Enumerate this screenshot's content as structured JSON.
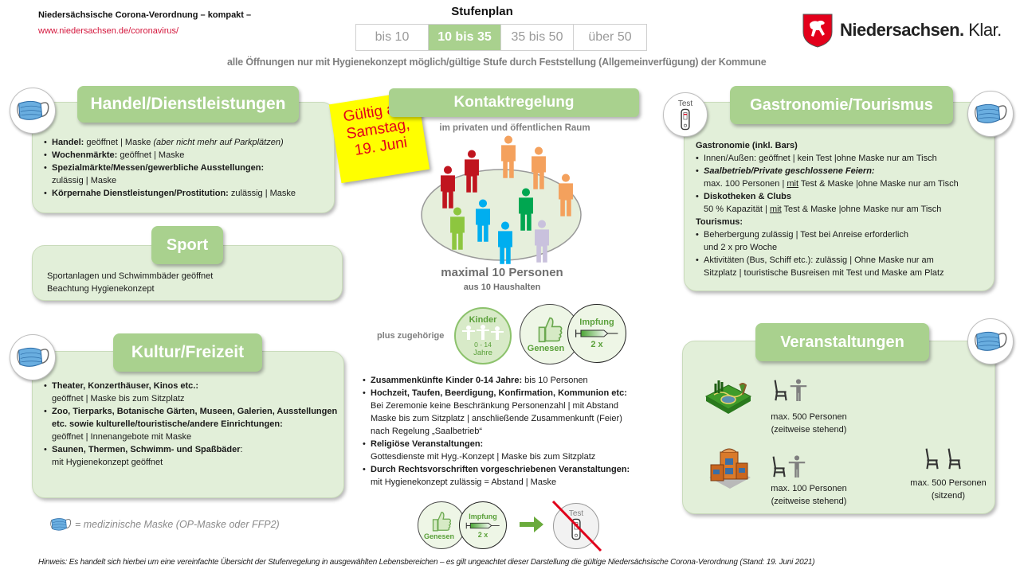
{
  "header": {
    "title": "Niedersächsische  Corona-Verordnung – kompakt –",
    "url": "www.niedersachsen.de/coronavirus/",
    "stufenplan_title": "Stufenplan",
    "stufen": [
      {
        "label": "bis 10",
        "active": false
      },
      {
        "label": "10 bis 35",
        "active": true
      },
      {
        "label": "35 bis 50",
        "active": false
      },
      {
        "label": "über 50",
        "active": false
      }
    ],
    "subline": "alle Öffnungen nur mit Hygienekonzept möglich/gültige Stufe durch Feststellung (Allgemeinverfügung) der Kommune",
    "logo_bold": "Niedersachsen.",
    "logo_light": " Klar."
  },
  "sticky_note": {
    "line1": "Gültig ab:",
    "line2": "Samstag,",
    "line3": "19. Juni"
  },
  "handel": {
    "title": "Handel/Dienstleistungen",
    "items": [
      {
        "label": "Handel:",
        "text": " geöffnet  | Maske ",
        "italic": "(aber nicht mehr auf Parkplätzen)"
      },
      {
        "label": "Wochenmärkte:",
        "text": " geöffnet  | Maske"
      },
      {
        "label": "Spezialmärkte/Messen/gewerbliche  Ausstellungen:",
        "cont": "zulässig | Maske"
      },
      {
        "label": "Körpernahe Dienstleistungen/Prostitution:",
        "text": "  zulässig | Maske"
      }
    ]
  },
  "sport": {
    "title": "Sport",
    "lines": [
      "Sportanlagen und Schwimmbäder geöffnet",
      "Beachtung Hygienekonzept"
    ]
  },
  "kultur": {
    "title": "Kultur/Freizeit",
    "items": [
      {
        "label": "Theater, Konzerthäuser, Kinos  etc.:",
        "cont": "geöffnet  | Maske bis zum Sitzplatz"
      },
      {
        "label": "Zoo, Tierparks, Botanische  Gärten, Museen, Galerien, Ausstellungen etc. sowie kulturelle/touristische/andere Einrichtungen:",
        "cont": "geöffnet  |  Innenangebote  mit Maske"
      },
      {
        "label": "Saunen, Thermen, Schwimm- und Spaßbäder",
        "text": ":",
        "cont": "mit Hygienekonzept  geöffnet"
      }
    ]
  },
  "mask_legend": "= medizinische Maske (OP-Maske oder FFP2)",
  "kontakt": {
    "title": "Kontaktregelung",
    "subtitle": "im privaten und öffentlichen Raum",
    "max": "maximal 10 Personen",
    "households": "aus 10 Haushalten",
    "plus_label": "plus zugehörige",
    "kinder_title": "Kinder",
    "kinder_age1": "0 - 14",
    "kinder_age2": "Jahre",
    "genesen": "Genesen",
    "impfung": "Impfung",
    "impfung_count": "2 x",
    "people_colors": [
      "#c0151f",
      "#c0151f",
      "#f4a15d",
      "#f4a15d",
      "#f4a15d",
      "#00aeef",
      "#00a650",
      "#8dc63f",
      "#00aeef",
      "#c9c1dd"
    ],
    "items": [
      {
        "label": "Zusammenkünfte Kinder 0-14 Jahre:",
        "text": " bis 10 Personen"
      },
      {
        "label": "Hochzeit, Taufen, Beerdigung, Konfirmation, Kommunion etc:",
        "cont_lines": [
          "Bei Zeremonie keine Beschränkung Personenzahl | mit Abstand",
          "Maske bis zum Sitzplatz | anschließende Zusammenkunft (Feier)",
          "nach Regelung „Saalbetrieb“"
        ]
      },
      {
        "label": "Religiöse  Veranstaltungen:",
        "cont_lines": [
          "Gottesdienste mit Hyg.-Konzept   | Maske bis zum Sitzplatz"
        ]
      },
      {
        "label": "Durch Rechtsvorschriften vorgeschriebenen Veranstaltungen:",
        "cont_lines": [
          "mit Hygienekonzept  zulässig = Abstand | Maske"
        ]
      }
    ],
    "bottom_genesen": "Genesen",
    "bottom_impfung": "Impfung",
    "bottom_impfung_count": "2 x",
    "bottom_test": "Test"
  },
  "gastro": {
    "title": "Gastronomie/Tourismus",
    "test_label": "Test",
    "gastro_heading": "Gastronomie (inkl. Bars)",
    "item1": "Innen/Außen:  geöffnet  | kein Test  |ohne Maske nur am Tisch",
    "item2_label": "Saalbetrieb/Private  geschlossene  Feiern:",
    "item2_a": "max. 100 Personen | ",
    "item2_mit": "mit",
    "item2_b": " Test & Maske |ohne  Maske nur am Tisch",
    "item3_label": "Diskotheken & Clubs",
    "item3_a": " 50 % Kapazität | ",
    "item3_mit": "mit",
    "item3_b": " Test & Maske |ohne  Maske nur am Tisch",
    "tourismus_heading": "Tourismus:",
    "item4_a": "Beherbergung  zulässig | Test bei Anreise erforderlich",
    "item4_b": "und 2 x pro Woche",
    "item5_a": "Aktivitäten (Bus, Schiff etc.):  zulässig | Ohne Maske nur am",
    "item5_b": "Sitzplatz | touristische Busreisen mit Test und Maske am Platz"
  },
  "veranstaltungen": {
    "title": "Veranstaltungen",
    "outdoor_line1": "max. 500 Personen",
    "outdoor_line2": "(zeitweise stehend)",
    "indoor_line1": "max. 100 Personen",
    "indoor_line2": "(zeitweise stehend)",
    "seated_line1": "max. 500 Personen",
    "seated_line2": "(sitzend)"
  },
  "footer": "Hinweis: Es handelt sich hierbei um eine vereinfachte Übersicht der Stufenregelung in ausgewählten Lebensbereichen – es gilt ungeachtet dieser Darstellung die gültige Niedersächsische Corona-Verordnung (Stand:  19. Juni 2021)"
}
